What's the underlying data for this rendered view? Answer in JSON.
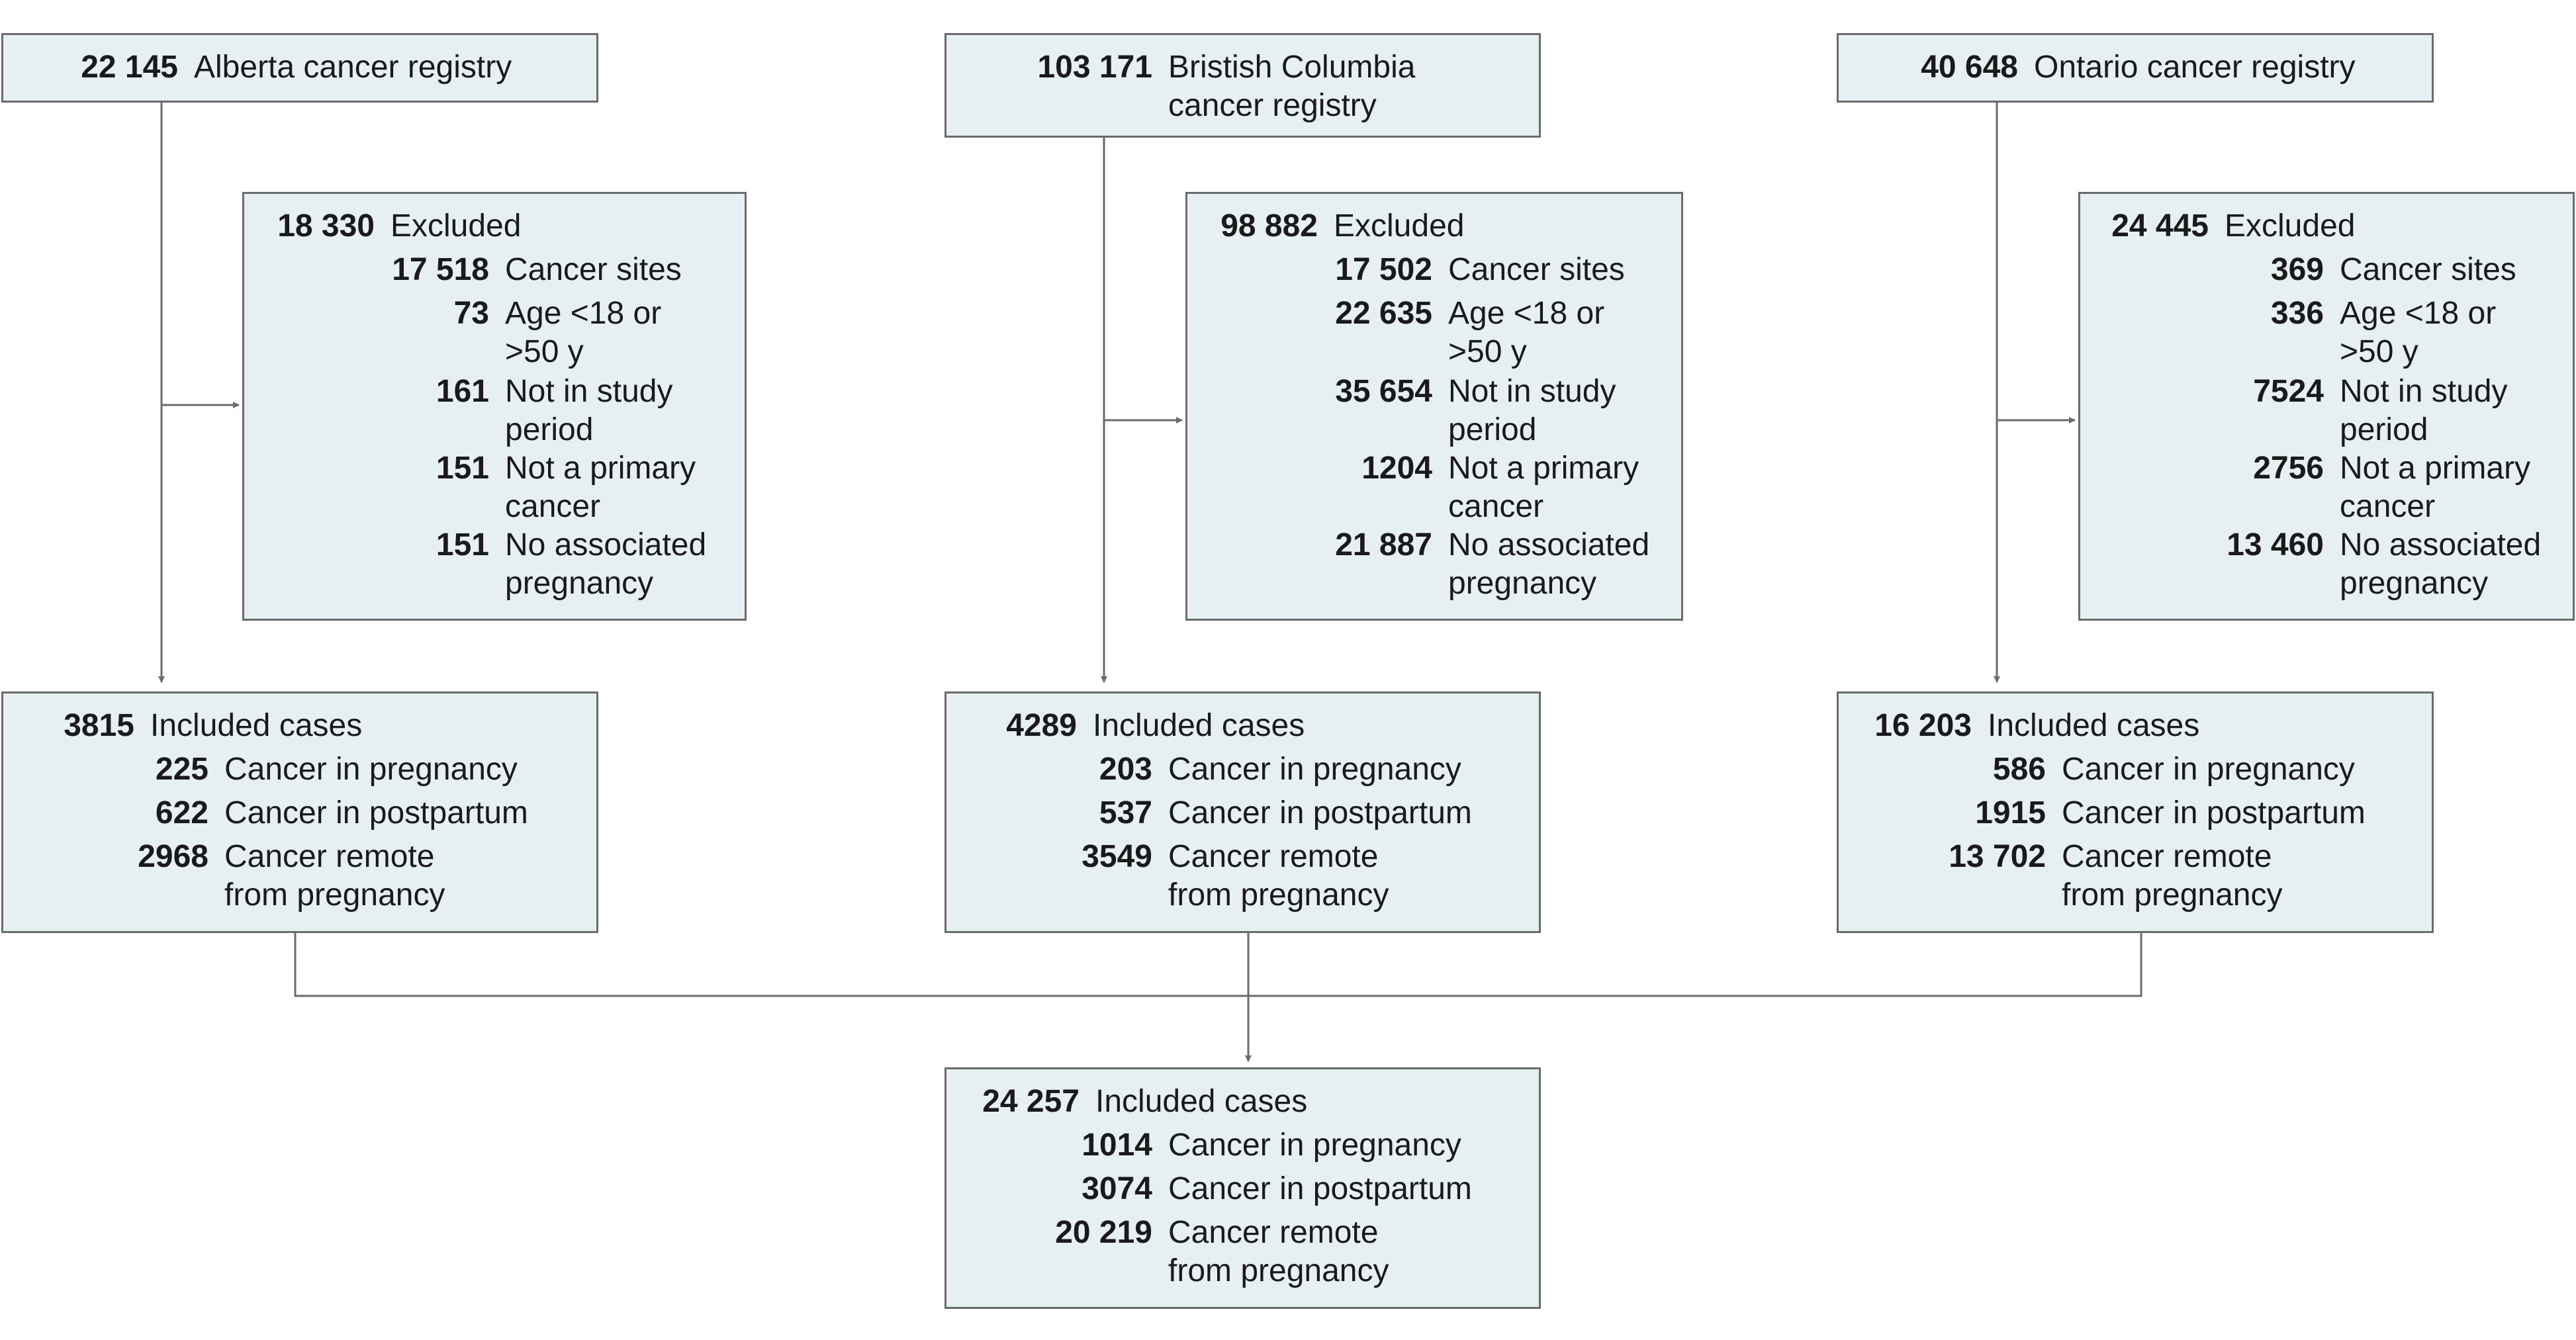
{
  "registries": {
    "alberta": {
      "count": "22 145",
      "label": "Alberta cancer registry"
    },
    "bc": {
      "count": "103 171",
      "label": "Bristish Columbia\ncancer registry"
    },
    "ontario": {
      "count": "40 648",
      "label": "Ontario cancer registry"
    }
  },
  "excluded": {
    "alberta": {
      "count": "18 330",
      "label": "Excluded",
      "items": [
        {
          "count": "17 518",
          "label": "Cancer sites"
        },
        {
          "count": "73",
          "label": "Age <18 or\n>50 y"
        },
        {
          "count": "161",
          "label": "Not in study\nperiod"
        },
        {
          "count": "151",
          "label": "Not a primary\ncancer"
        },
        {
          "count": "151",
          "label": "No associated\npregnancy"
        }
      ]
    },
    "bc": {
      "count": "98 882",
      "label": "Excluded",
      "items": [
        {
          "count": "17 502",
          "label": "Cancer sites"
        },
        {
          "count": "22 635",
          "label": "Age <18 or\n>50 y"
        },
        {
          "count": "35 654",
          "label": "Not in study\nperiod"
        },
        {
          "count": "1204",
          "label": "Not a primary\ncancer"
        },
        {
          "count": "21 887",
          "label": "No associated\npregnancy"
        }
      ]
    },
    "ontario": {
      "count": "24 445",
      "label": "Excluded",
      "items": [
        {
          "count": "369",
          "label": "Cancer sites"
        },
        {
          "count": "336",
          "label": "Age <18 or\n>50 y"
        },
        {
          "count": "7524",
          "label": "Not in study\nperiod"
        },
        {
          "count": "2756",
          "label": "Not a primary\ncancer"
        },
        {
          "count": "13 460",
          "label": "No associated\npregnancy"
        }
      ]
    }
  },
  "included": {
    "alberta": {
      "count": "3815",
      "label": "Included cases",
      "items": [
        {
          "count": "225",
          "label": "Cancer in pregnancy"
        },
        {
          "count": "622",
          "label": "Cancer in postpartum"
        },
        {
          "count": "2968",
          "label": "Cancer remote\nfrom pregnancy"
        }
      ]
    },
    "bc": {
      "count": "4289",
      "label": "Included cases",
      "items": [
        {
          "count": "203",
          "label": "Cancer in pregnancy"
        },
        {
          "count": "537",
          "label": "Cancer in postpartum"
        },
        {
          "count": "3549",
          "label": "Cancer remote\nfrom pregnancy"
        }
      ]
    },
    "ontario": {
      "count": "16 203",
      "label": "Included cases",
      "items": [
        {
          "count": "586",
          "label": "Cancer in pregnancy"
        },
        {
          "count": "1915",
          "label": "Cancer in postpartum"
        },
        {
          "count": "13 702",
          "label": "Cancer remote\nfrom pregnancy"
        }
      ]
    }
  },
  "total": {
    "count": "24 257",
    "label": "Included cases",
    "items": [
      {
        "count": "1014",
        "label": "Cancer in pregnancy"
      },
      {
        "count": "3074",
        "label": "Cancer in postpartum"
      },
      {
        "count": "20 219",
        "label": "Cancer remote\nfrom pregnancy"
      }
    ]
  }
}
